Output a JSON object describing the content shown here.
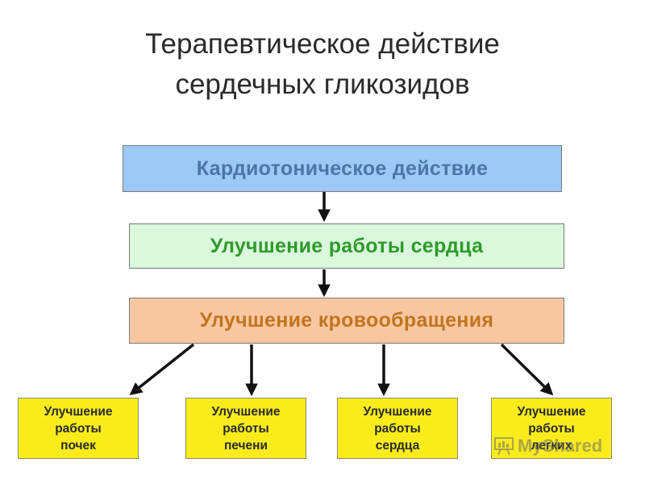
{
  "title": {
    "line1": "Терапевтическое действие",
    "line2": "сердечных гликозидов"
  },
  "boxes": {
    "cardiotonic": "Кардиотоническое действие",
    "heart_work": "Улучшение работы сердца",
    "circulation": "Улучшение кровообращения"
  },
  "leaves": [
    {
      "line1": "Улучшение",
      "line2": "работы",
      "line3": "почек"
    },
    {
      "line1": "Улучшение",
      "line2": "работы",
      "line3": "печени"
    },
    {
      "line1": "Улучшение",
      "line2": "работы",
      "line3": "сердца"
    },
    {
      "line1": "Улучшение",
      "line2": "работы",
      "line3": "легких"
    }
  ],
  "watermark": {
    "text": "MyShared",
    "icon": "presentation-board-icon"
  },
  "colors": {
    "box1_fill": "#9ec8f6",
    "box1_text": "#4a76a8",
    "box2_fill": "#d9f8dc",
    "box2_text": "#2f9a2a",
    "box3_fill": "#f7c7a1",
    "box3_text": "#c2741e",
    "leaf_fill": "#f9ec1a",
    "arrow": "#111111"
  }
}
